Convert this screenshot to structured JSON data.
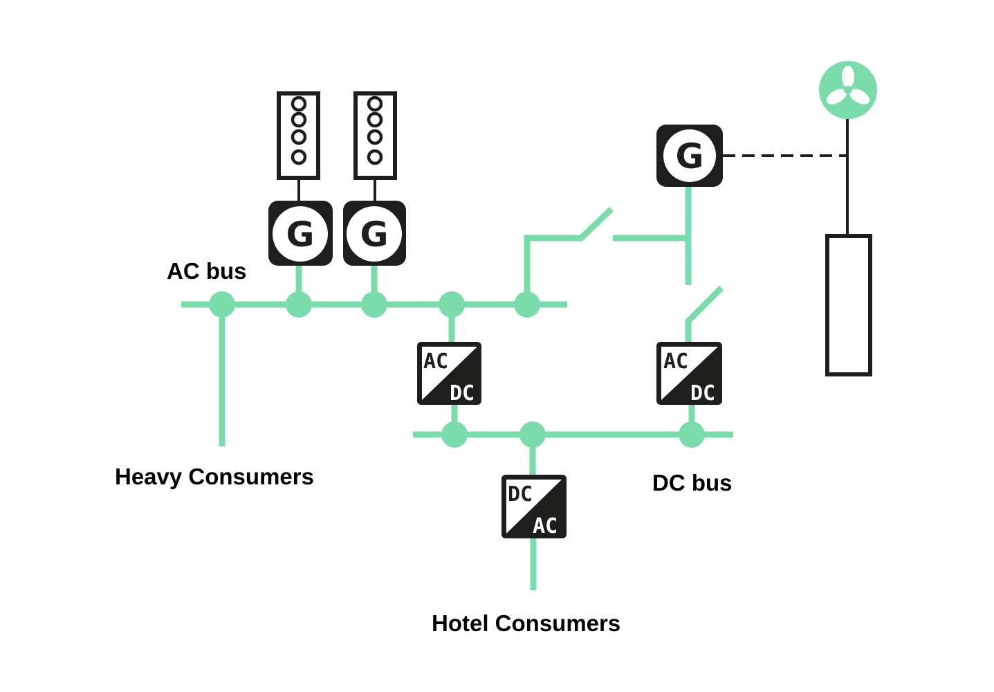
{
  "labels": {
    "ac_bus": "AC bus",
    "dc_bus": "DC bus",
    "heavy_consumers": "Heavy Consumers",
    "hotel_consumers": "Hotel Consumers"
  },
  "generators": [
    {
      "symbol": "G"
    },
    {
      "symbol": "G"
    },
    {
      "symbol": "G"
    }
  ],
  "converters": [
    {
      "top": "AC",
      "bottom": "DC"
    },
    {
      "top": "AC",
      "bottom": "DC"
    },
    {
      "top": "DC",
      "bottom": "AC"
    }
  ],
  "colors": {
    "line": "#79dcaa",
    "symbol": "#1e1e1c",
    "text": "#000000"
  },
  "icons": [
    "engine-icon",
    "generator-icon",
    "converter-icon",
    "switch-icon",
    "fan-icon",
    "battery-icon"
  ]
}
